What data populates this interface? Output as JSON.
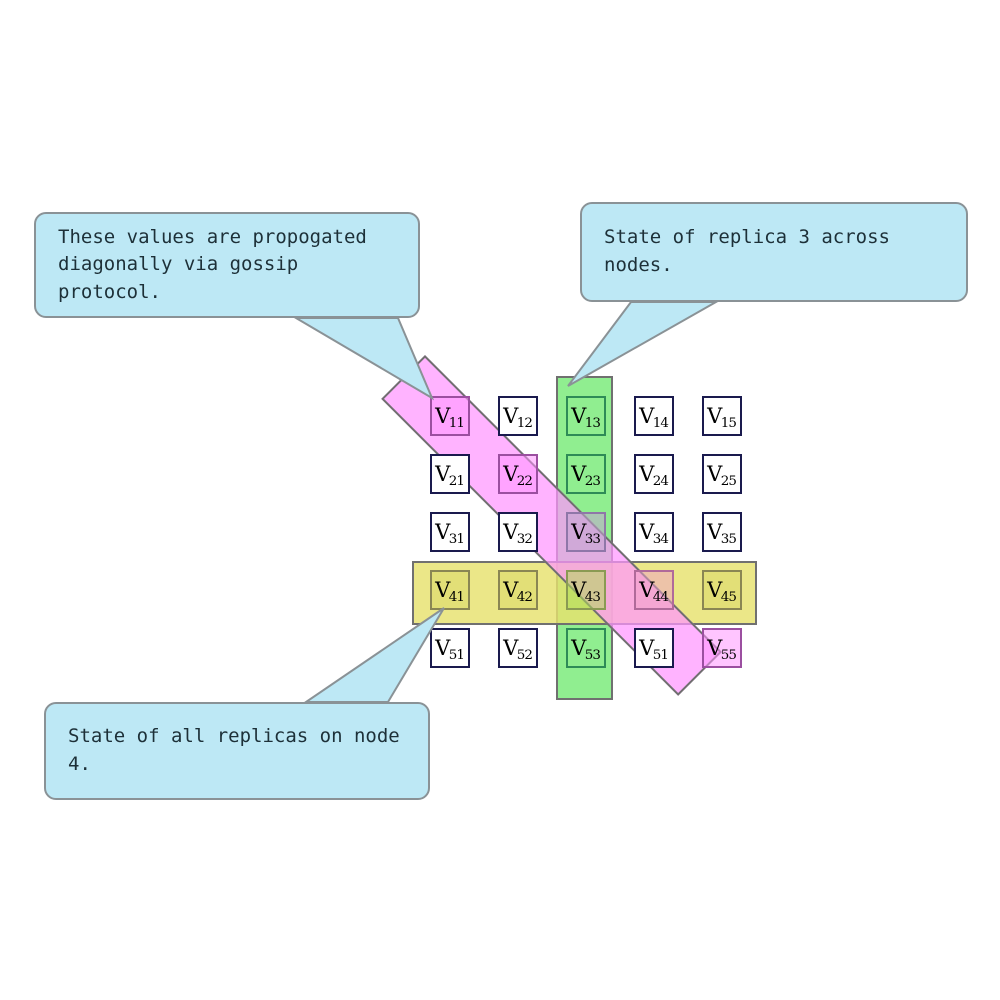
{
  "diagram": {
    "title": "Replica state grid with gossip propagation",
    "colors": {
      "callout_fill": "#bde8f5",
      "callout_border": "#8a9296",
      "diagonal_band": "#ff96ff",
      "column_band": "#90ee90",
      "row_band": "#e6e26e",
      "cell_border": "#1a1a4e",
      "band_border": "#707070"
    }
  },
  "grid": {
    "rows": 5,
    "cols": 5,
    "cells": [
      {
        "label": "V",
        "sub": "11",
        "row": 1,
        "col": 1,
        "highlight": "diag"
      },
      {
        "label": "V",
        "sub": "12",
        "row": 1,
        "col": 2,
        "highlight": "none"
      },
      {
        "label": "V",
        "sub": "13",
        "row": 1,
        "col": 3,
        "highlight": "col"
      },
      {
        "label": "V",
        "sub": "14",
        "row": 1,
        "col": 4,
        "highlight": "none"
      },
      {
        "label": "V",
        "sub": "15",
        "row": 1,
        "col": 5,
        "highlight": "none"
      },
      {
        "label": "V",
        "sub": "21",
        "row": 2,
        "col": 1,
        "highlight": "none"
      },
      {
        "label": "V",
        "sub": "22",
        "row": 2,
        "col": 2,
        "highlight": "diag"
      },
      {
        "label": "V",
        "sub": "23",
        "row": 2,
        "col": 3,
        "highlight": "col"
      },
      {
        "label": "V",
        "sub": "24",
        "row": 2,
        "col": 4,
        "highlight": "none"
      },
      {
        "label": "V",
        "sub": "25",
        "row": 2,
        "col": 5,
        "highlight": "none"
      },
      {
        "label": "V",
        "sub": "31",
        "row": 3,
        "col": 1,
        "highlight": "none"
      },
      {
        "label": "V",
        "sub": "32",
        "row": 3,
        "col": 2,
        "highlight": "none"
      },
      {
        "label": "V",
        "sub": "33",
        "row": 3,
        "col": 3,
        "highlight": "coldiag"
      },
      {
        "label": "V",
        "sub": "34",
        "row": 3,
        "col": 4,
        "highlight": "none"
      },
      {
        "label": "V",
        "sub": "35",
        "row": 3,
        "col": 5,
        "highlight": "none"
      },
      {
        "label": "V",
        "sub": "41",
        "row": 4,
        "col": 1,
        "highlight": "row"
      },
      {
        "label": "V",
        "sub": "42",
        "row": 4,
        "col": 2,
        "highlight": "row"
      },
      {
        "label": "V",
        "sub": "43",
        "row": 4,
        "col": 3,
        "highlight": "rowcol"
      },
      {
        "label": "V",
        "sub": "44",
        "row": 4,
        "col": 4,
        "highlight": "rowdiag"
      },
      {
        "label": "V",
        "sub": "45",
        "row": 4,
        "col": 5,
        "highlight": "row"
      },
      {
        "label": "V",
        "sub": "51",
        "row": 5,
        "col": 1,
        "highlight": "none"
      },
      {
        "label": "V",
        "sub": "52",
        "row": 5,
        "col": 2,
        "highlight": "none"
      },
      {
        "label": "V",
        "sub": "53",
        "row": 5,
        "col": 3,
        "highlight": "col"
      },
      {
        "label": "V",
        "sub": "51",
        "row": 5,
        "col": 4,
        "highlight": "none"
      },
      {
        "label": "V",
        "sub": "55",
        "row": 5,
        "col": 5,
        "highlight": "diag"
      }
    ]
  },
  "callouts": {
    "top_left": {
      "text": "These values are propogated\ndiagonally via gossip protocol."
    },
    "top_right": {
      "text": "State of replica 3 across nodes."
    },
    "bottom_left": {
      "text": "State of all replicas on node 4."
    }
  }
}
